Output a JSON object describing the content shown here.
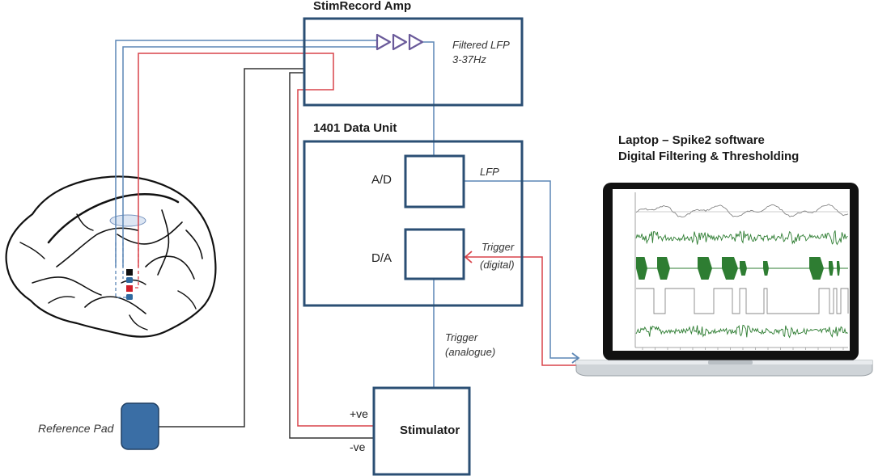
{
  "amp": {
    "title": "StimRecord Amp",
    "filter_line1": "Filtered LFP",
    "filter_line2": "3-37Hz"
  },
  "data_unit": {
    "title": "1401 Data Unit",
    "ad_label": "A/D",
    "da_label": "D/A",
    "lfp_label": "LFP",
    "trigger_digital_line1": "Trigger",
    "trigger_digital_line2": "(digital)"
  },
  "trigger_analogue": {
    "line1": "Trigger",
    "line2": "(analogue)"
  },
  "stimulator": {
    "title": "Stimulator",
    "pos_label": "+ve",
    "neg_label": "-ve"
  },
  "reference": {
    "label": "Reference Pad"
  },
  "laptop": {
    "title_line1": "Laptop – Spike2 software",
    "title_line2": "Digital Filtering & Thresholding",
    "traces": [
      "raw LFP",
      "filtered LFP",
      "stimulation",
      "trigger",
      "residual"
    ]
  },
  "colors": {
    "box": "#2b4f74",
    "blue_wire": "#5b86b5",
    "red_wire": "#d9434a",
    "black_wire": "#333333",
    "amp_triangle": "#6a5a9a",
    "pad": "#3a6ea5",
    "trace_green": "#2e7d32"
  }
}
